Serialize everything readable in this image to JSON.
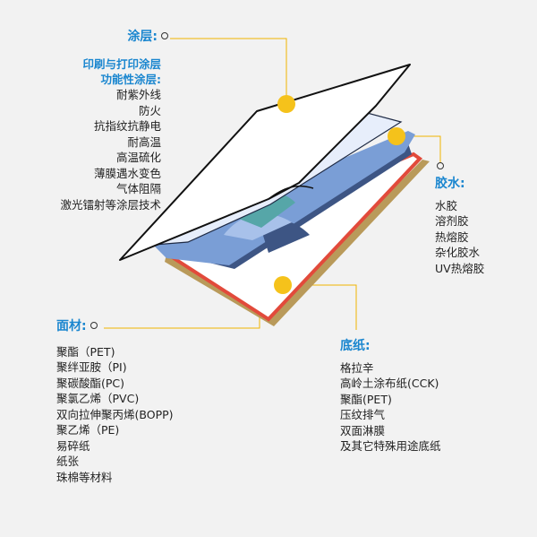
{
  "coating": {
    "title": "涂层:",
    "subtitle_1": "印刷与打印涂层",
    "subtitle_2": "功能性涂层:",
    "items": [
      "耐紫外线",
      "防火",
      "抗指纹抗静电",
      "耐高温",
      "高温硫化",
      "薄膜遇水变色",
      "气体阻隔",
      "激光镭射等涂层技术"
    ]
  },
  "adhesive": {
    "title": "胶水:",
    "items": [
      "水胶",
      "溶剂胶",
      "热熔胶",
      "杂化胶水",
      "UV热熔胶"
    ]
  },
  "facestock": {
    "title": "面材:",
    "items": [
      "聚酯（PET)",
      "聚绊亚胺（PI)",
      "聚碳酸酯(PC)",
      "聚氯乙烯（PVC)",
      "双向拉伸聚丙烯(BOPP)",
      "聚乙烯（PE)",
      "易碎纸",
      "纸张",
      "珠棉等材料"
    ]
  },
  "liner": {
    "title": "底纸:",
    "items": [
      "格拉辛",
      "高岭土涂布纸(CCK)",
      "聚酯(PET)",
      "压纹排气",
      "双面淋膜",
      "及其它特殊用途底纸"
    ]
  },
  "colors": {
    "accent": "#1a86cf",
    "marker": "#f5c21b",
    "leader": "#f0b400",
    "liner_border": "#e24a3b",
    "liner_shadow": "#b99a5a",
    "adhesive": "#7a9ed6",
    "adhesive_dark": "#3d5584",
    "teal": "#56a6a8"
  }
}
